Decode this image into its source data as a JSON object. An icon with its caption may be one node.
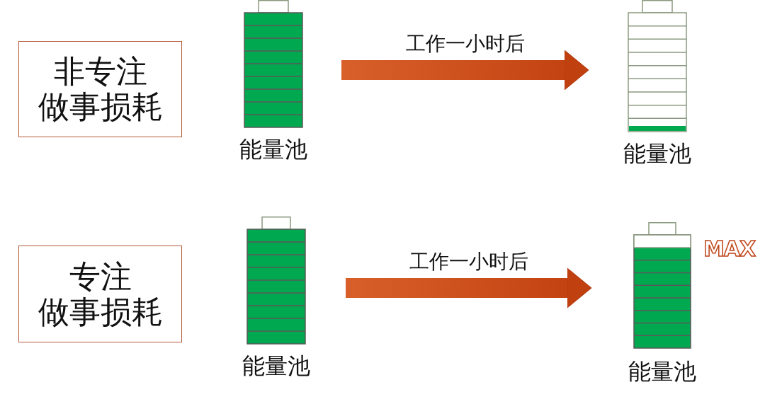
{
  "diagram": {
    "nodes": [
      {
        "text": [
          "非专注",
          "做事损耗"
        ]
      },
      {
        "text": [],
        "shape": "battery",
        "beside": [
          "能量池"
        ]
      },
      {
        "text": [],
        "shape": "battery",
        "beside": [
          "能量池"
        ]
      },
      {
        "text": [
          "专注",
          "做事损耗"
        ]
      },
      {
        "text": [],
        "shape": "battery",
        "beside": [
          "能量池"
        ]
      },
      {
        "text": [],
        "shape": "battery",
        "beside": [
          "能量池",
          "MAX"
        ]
      }
    ],
    "edges": [
      {
        "from": 1,
        "to": 2,
        "arrow": "to",
        "label": "工作一小时后"
      },
      {
        "from": 4,
        "to": 5,
        "arrow": "to",
        "label": "工作一小时后"
      }
    ]
  }
}
